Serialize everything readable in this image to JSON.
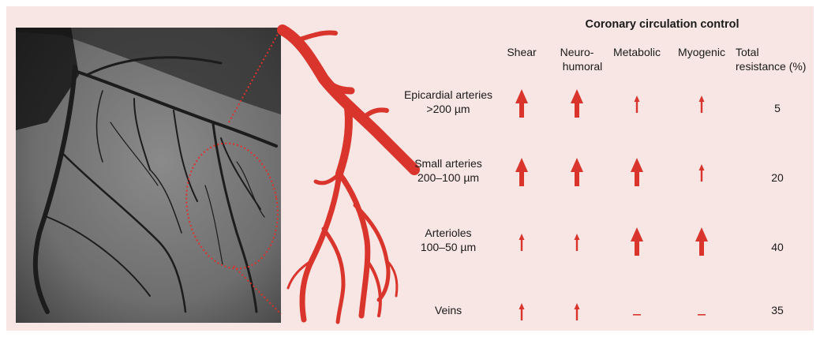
{
  "title": "Coronary circulation control",
  "columns": [
    {
      "key": "shear",
      "label": "Shear"
    },
    {
      "key": "neurohumoral",
      "label_line1": "Neuro-",
      "label_line2": "humoral"
    },
    {
      "key": "metabolic",
      "label": "Metabolic"
    },
    {
      "key": "myogenic",
      "label": "Myogenic"
    },
    {
      "key": "total",
      "label_line1": "Total",
      "label_line2": "resistance (%)"
    }
  ],
  "rows": [
    {
      "label_line1": "Epicardial arteries",
      "label_line2": ">200 µm",
      "cells": [
        "large",
        "large",
        "small",
        "small"
      ],
      "total": "5"
    },
    {
      "label_line1": "Small arteries",
      "label_line2": "200–100 µm",
      "cells": [
        "large",
        "large",
        "large",
        "small"
      ],
      "total": "20"
    },
    {
      "label_line1": "Arterioles",
      "label_line2": "100–50 µm",
      "cells": [
        "small",
        "small",
        "large",
        "large"
      ],
      "total": "40"
    },
    {
      "label_line1": "Veins",
      "label_line2": "",
      "cells": [
        "small",
        "small",
        "none",
        "none"
      ],
      "total": "35"
    }
  ],
  "legend": {
    "large": "large-up-arrow-icon",
    "small": "small-up-arrow-icon",
    "none": "dash"
  },
  "colors": {
    "background": "#f7e6e4",
    "accent": "#d9352c",
    "dotted": "#e0302a"
  }
}
